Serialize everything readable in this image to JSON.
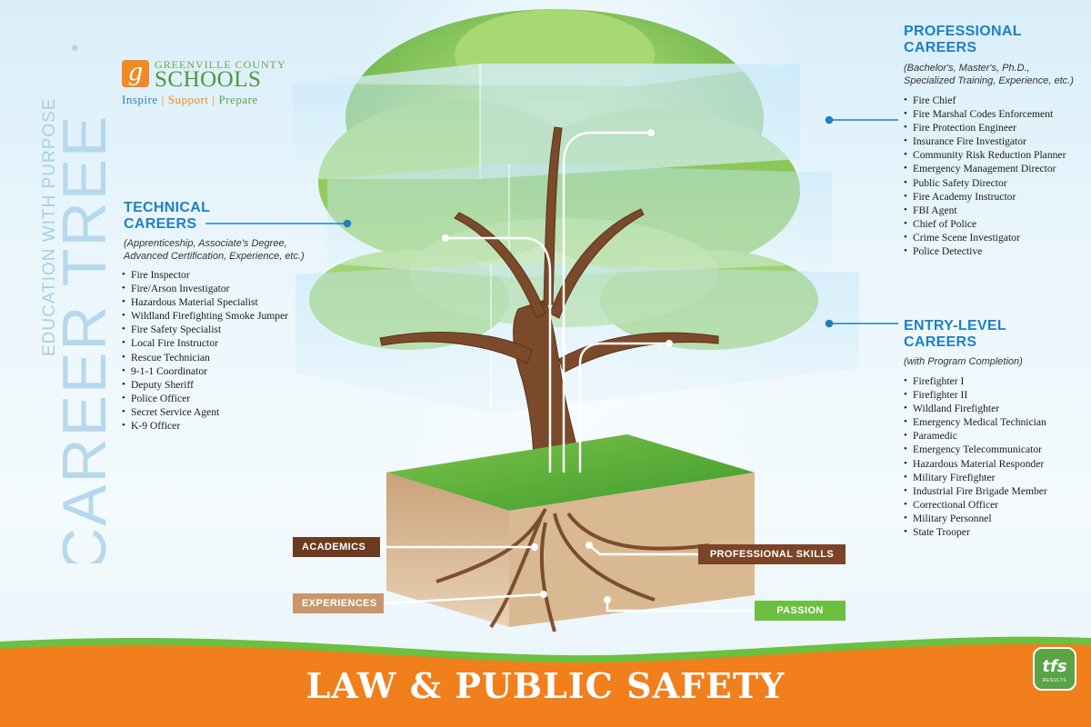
{
  "side_title": {
    "line1": "EDUCATION WITH PURPOSE",
    "line2": "CAREER TREE",
    "mark": "®"
  },
  "logo": {
    "mark": "g",
    "county": "GREENVILLE COUNTY",
    "schools": "SCHOOLS",
    "tagline": [
      "Inspire",
      "Support",
      "Prepare"
    ],
    "separator": "|"
  },
  "professional": {
    "heading_line1": "PROFESSIONAL",
    "heading_line2": "CAREERS",
    "sub_line1": "(Bachelor's, Master's, Ph.D.,",
    "sub_line2": "Specialized Training, Experience, etc.)",
    "items": [
      "Fire Chief",
      "Fire Marshal Codes Enforcement",
      "Fire Protection Engineer",
      "Insurance Fire Investigator",
      "Community Risk Reduction Planner",
      "Emergency Management Director",
      "Public Safety Director",
      "Fire Academy Instructor",
      "FBI Agent",
      "Chief of Police",
      "Crime Scene Investigator",
      "Police Detective"
    ]
  },
  "technical": {
    "heading_line1": "TECHNICAL",
    "heading_line2": "CAREERS",
    "sub_line1": "(Apprenticeship, Associate's Degree,",
    "sub_line2": "Advanced Certification, Experience, etc.)",
    "items": [
      "Fire Inspector",
      "Fire/Arson Investigator",
      "Hazardous Material Specialist",
      "Wildland Firefighting Smoke Jumper",
      "Fire Safety Specialist",
      "Local Fire Instructor",
      "Rescue Technician",
      "9-1-1 Coordinator",
      "Deputy Sheriff",
      "Police Officer",
      "Secret Service Agent",
      "K-9 Officer"
    ]
  },
  "entry": {
    "heading_line1": "ENTRY-LEVEL",
    "heading_line2": "CAREERS",
    "sub_line1": "(with Program Completion)",
    "items": [
      "Firefighter I",
      "Firefighter II",
      "Wildland Firefighter",
      "Emergency Medical Technician",
      "Paramedic",
      "Emergency Telecommunicator",
      "Hazardous Material Responder",
      "Military Firefighter",
      "Industrial Fire Brigade Member",
      "Correctional Officer",
      "Military Personnel",
      "State Trooper"
    ]
  },
  "roots": {
    "academics": "ACADEMICS",
    "professional_skills": "PROFESSIONAL SKILLS",
    "experiences": "EXPERIENCES",
    "passion": "PASSION"
  },
  "banner": {
    "title": "LAW & PUBLIC SAFETY",
    "tfs_logo": "tfs",
    "tfs_sub": "RESULTS"
  },
  "colors": {
    "heading_blue": "#1f7fc4",
    "banner_orange": "#f07f1c",
    "banner_green": "#6cbf3f",
    "academics": "#6b3b1f",
    "professional_skills": "#7a4426",
    "experiences": "#c9956a",
    "passion": "#6cbf3f"
  }
}
